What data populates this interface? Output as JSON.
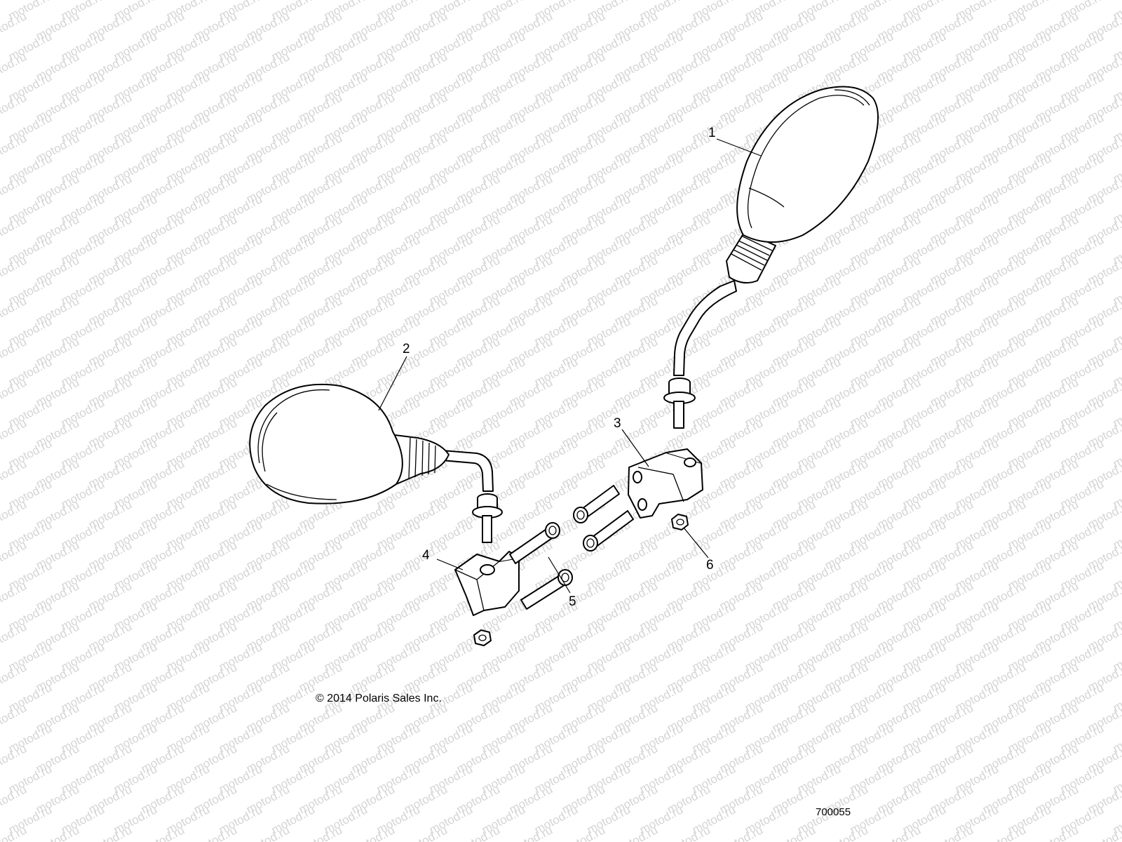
{
  "diagram": {
    "callouts": [
      {
        "id": "1",
        "label": "1"
      },
      {
        "id": "2",
        "label": "2"
      },
      {
        "id": "3",
        "label": "3"
      },
      {
        "id": "4",
        "label": "4"
      },
      {
        "id": "5",
        "label": "5"
      },
      {
        "id": "6",
        "label": "6"
      }
    ],
    "copyright": "© 2014 Polaris Sales Inc.",
    "figure_id": "700055"
  },
  "watermark": {
    "text": "motod.ru",
    "color": "#d4d4d4"
  },
  "colors": {
    "line": "#000000",
    "background": "#ffffff"
  }
}
